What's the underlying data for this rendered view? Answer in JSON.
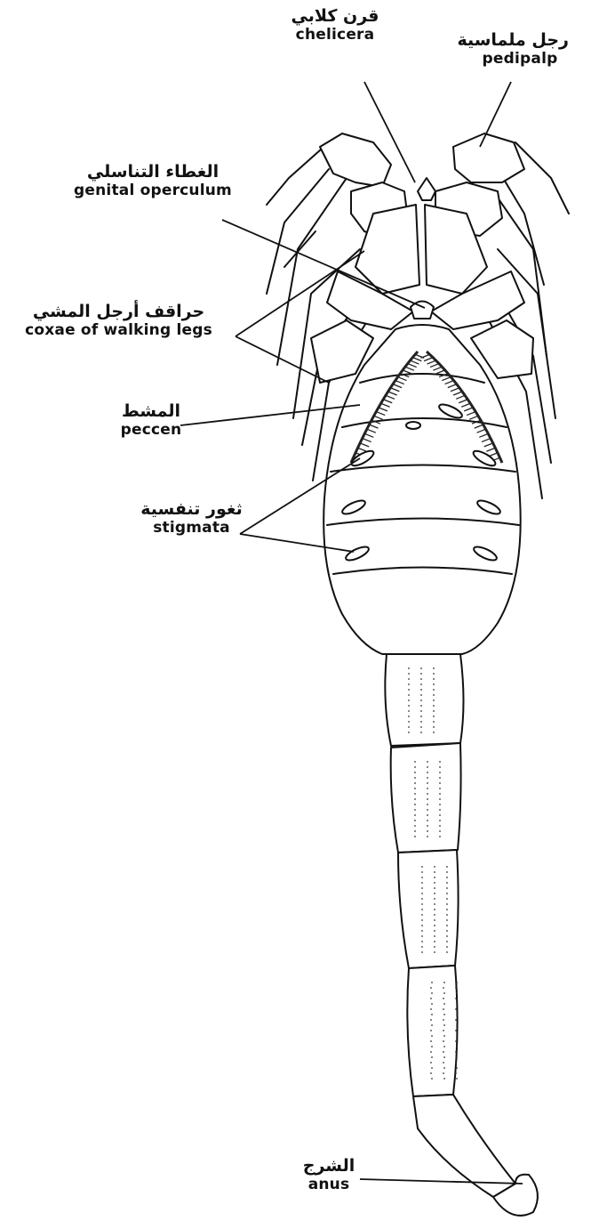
{
  "labels": {
    "chelicera": {
      "ar": "قرن كلابي",
      "en": "chelicera"
    },
    "pedipalp": {
      "ar": "رجل ملماسية",
      "en": "pedipalp"
    },
    "genital": {
      "ar": "الغطاء التناسلي",
      "en": "genital operculum"
    },
    "coxae": {
      "ar": "حراقف أرجل المشي",
      "en": "coxae of walking legs"
    },
    "pecten": {
      "ar": "المشط",
      "en": "peccen"
    },
    "stigmata": {
      "ar": "ثغور تنفسية",
      "en": "stigmata"
    },
    "anus": {
      "ar": "الشرج",
      "en": "anus"
    }
  },
  "colors": {
    "ink": "#111111",
    "background": "#ffffff"
  }
}
